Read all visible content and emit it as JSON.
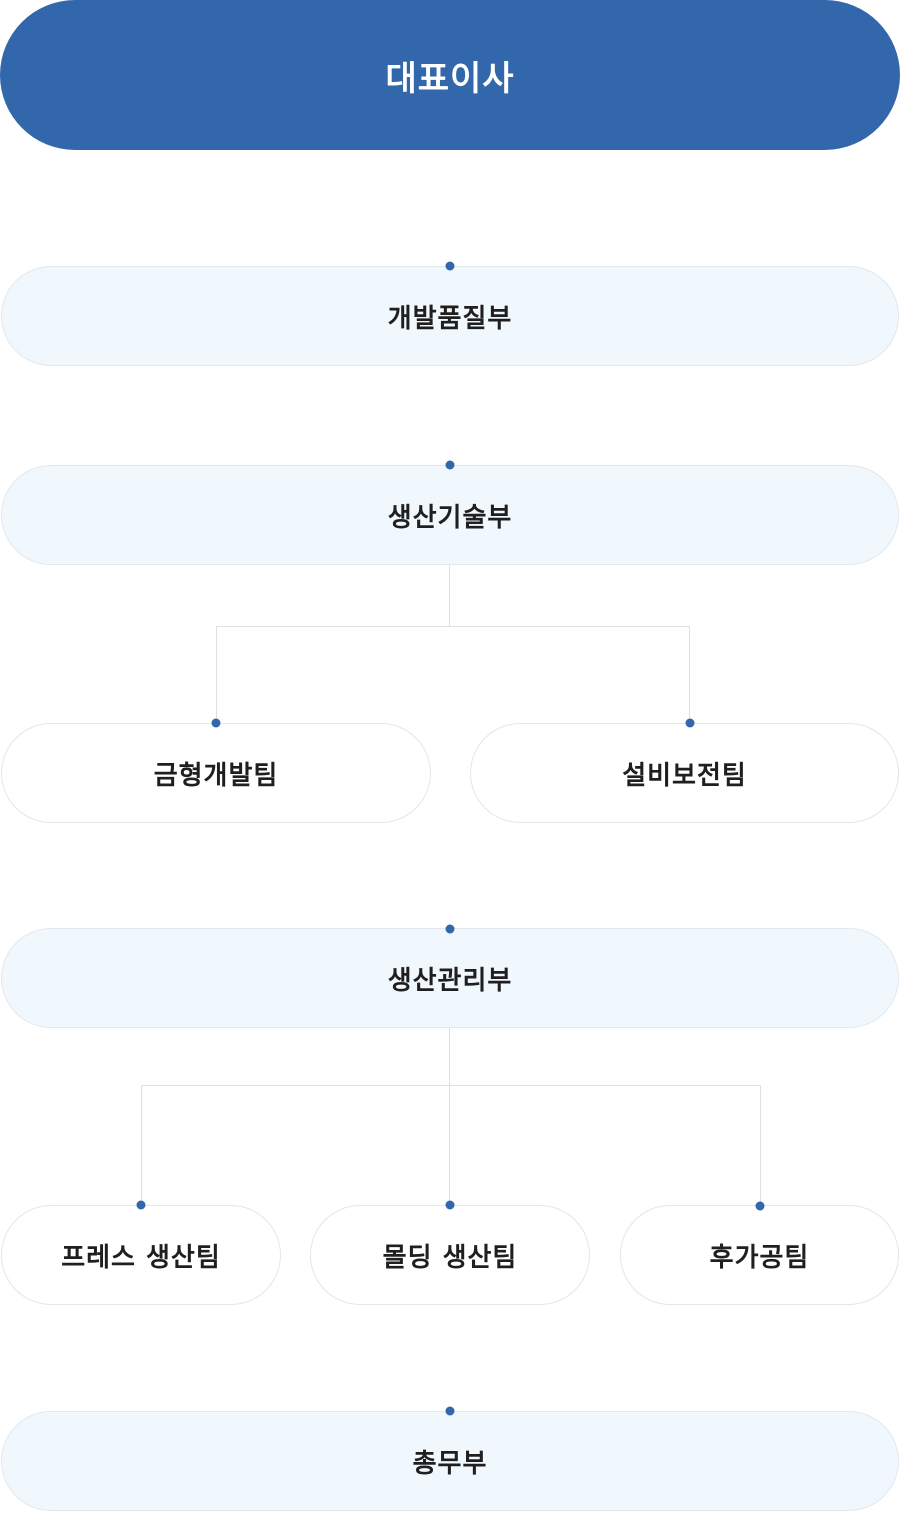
{
  "org": {
    "ceo": "대표이사",
    "dev_quality": "개발품질부",
    "prod_tech": {
      "name": "생산기술부",
      "teams": [
        "금형개발팀",
        "설비보전팀"
      ]
    },
    "prod_mgmt": {
      "name": "생산관리부",
      "teams": [
        "프레스 생산팀",
        "몰딩 생산팀",
        "후가공팀"
      ]
    },
    "general_affairs": "총무부"
  },
  "colors": {
    "primary": "#3367ab",
    "dept_bg": "#f1f8fd",
    "line": "#dcdfe3"
  }
}
